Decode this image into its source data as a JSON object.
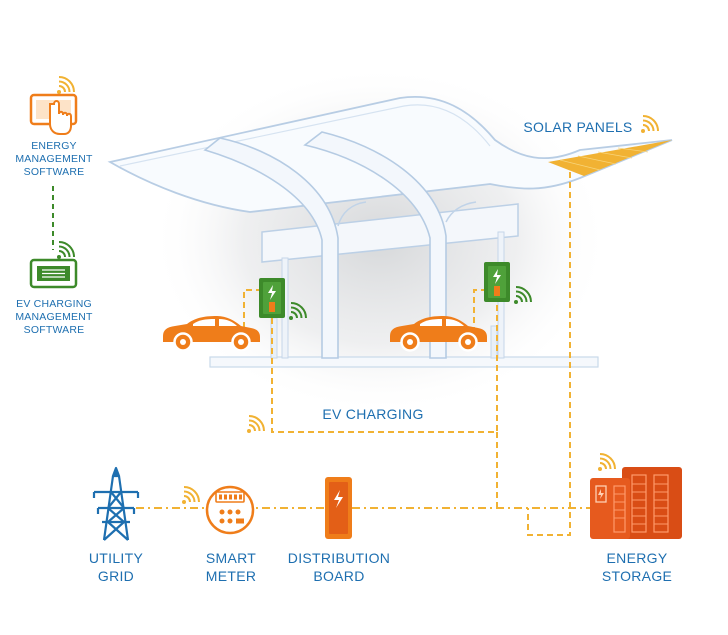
{
  "labels": {
    "energy_management": [
      "ENERGY",
      "MANAGEMENT",
      "SOFTWARE"
    ],
    "ev_charging_software": [
      "EV CHARGING",
      "MANAGEMENT",
      "SOFTWARE"
    ],
    "solar_panels": "SOLAR PANELS",
    "ev_charging": "EV CHARGING",
    "utility_grid": [
      "UTILITY",
      "GRID"
    ],
    "smart_meter": [
      "SMART",
      "METER"
    ],
    "distribution_board": [
      "DISTRIBUTION",
      "BOARD"
    ],
    "energy_storage": [
      "ENERGY",
      "STORAGE"
    ]
  },
  "icons": [
    "touch-screen-icon",
    "monitor-icon",
    "solar-panel-icon",
    "car-icon",
    "charger-icon",
    "transmission-tower-icon",
    "smart-meter-icon",
    "distribution-board-icon",
    "battery-storage-icon",
    "wifi-icon"
  ],
  "colors": {
    "orange": "#ef7d1a",
    "green": "#3d8a2a",
    "blue": "#1e6fb0",
    "gold": "#f1b233",
    "red": "#e65a1e",
    "canopy": "#dfeaf6"
  }
}
